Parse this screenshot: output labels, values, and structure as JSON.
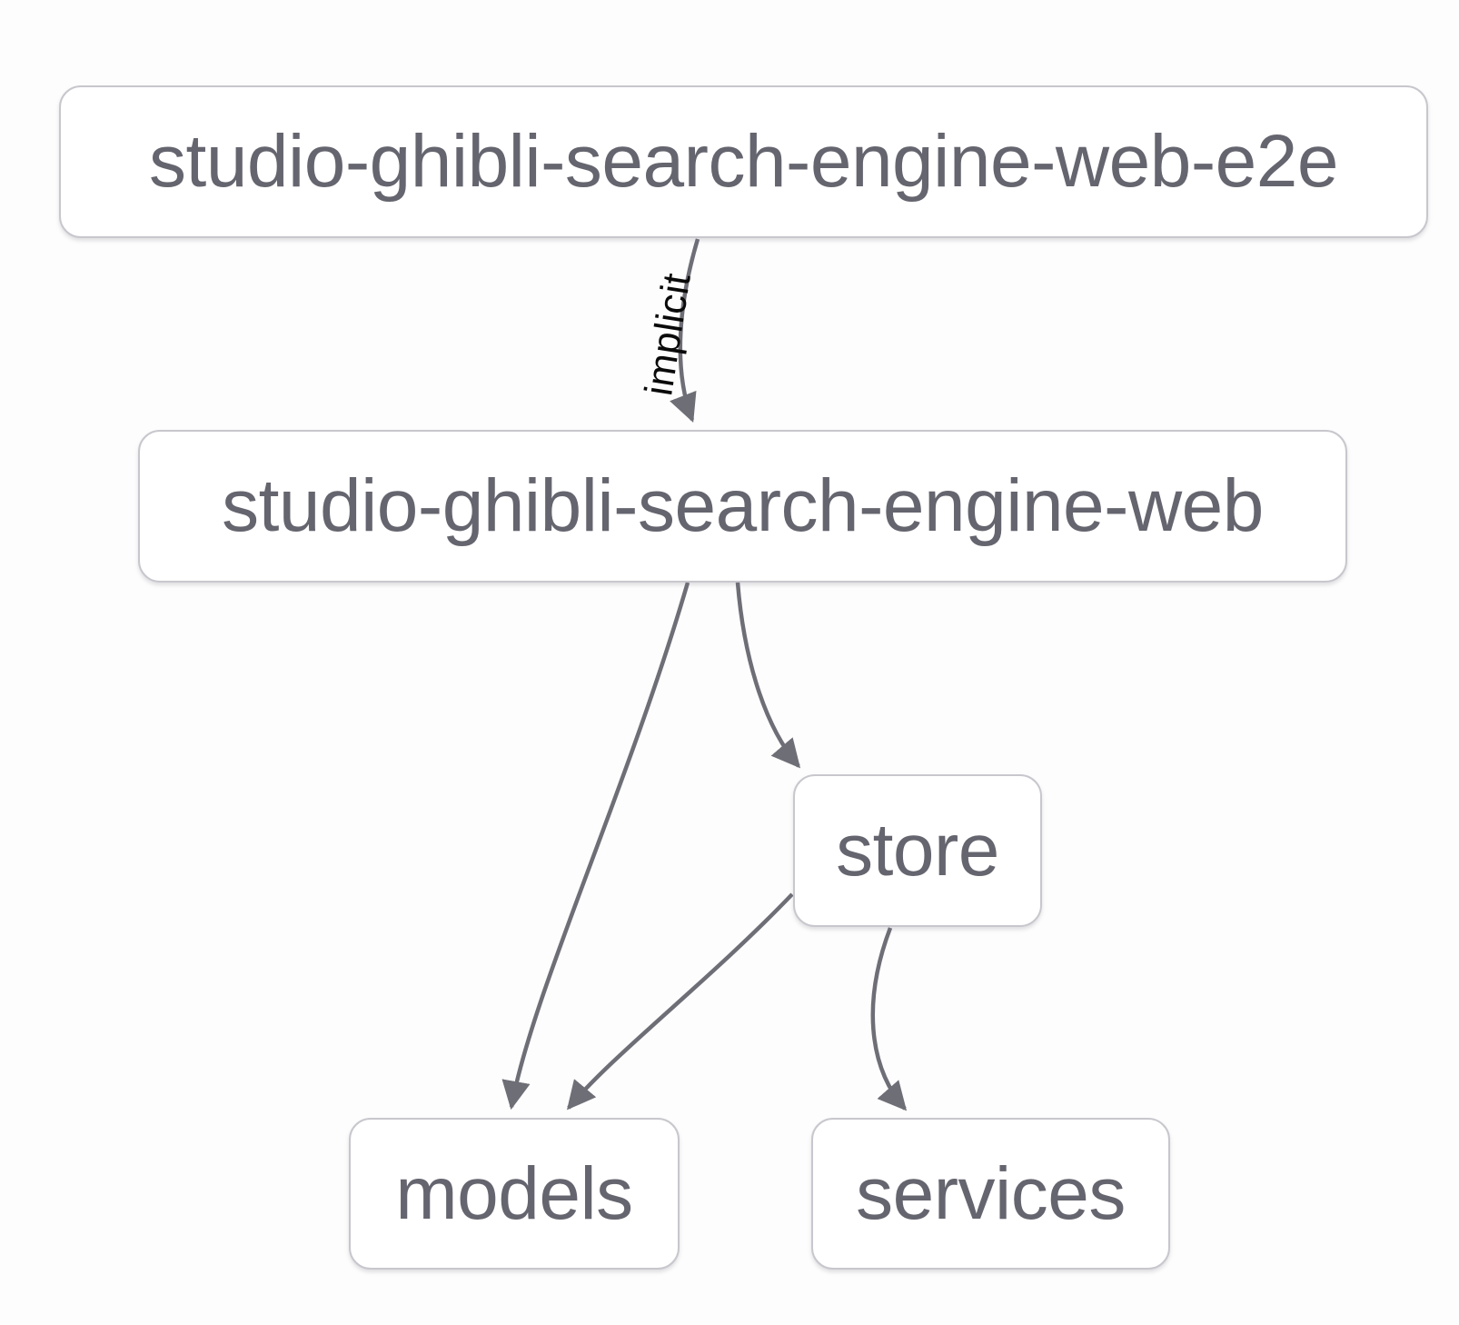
{
  "diagram": {
    "type": "dependency-graph",
    "nodes": [
      {
        "id": "studio-ghibli-search-engine-web-e2e",
        "label": "studio-ghibli-search-engine-web-e2e"
      },
      {
        "id": "studio-ghibli-search-engine-web",
        "label": "studio-ghibli-search-engine-web"
      },
      {
        "id": "store",
        "label": "store"
      },
      {
        "id": "models",
        "label": "models"
      },
      {
        "id": "services",
        "label": "services"
      }
    ],
    "edges": [
      {
        "from": "studio-ghibli-search-engine-web-e2e",
        "to": "studio-ghibli-search-engine-web",
        "label": "implicit"
      },
      {
        "from": "studio-ghibli-search-engine-web",
        "to": "models",
        "label": ""
      },
      {
        "from": "studio-ghibli-search-engine-web",
        "to": "store",
        "label": ""
      },
      {
        "from": "store",
        "to": "models",
        "label": ""
      },
      {
        "from": "store",
        "to": "services",
        "label": ""
      }
    ],
    "colors": {
      "background": "#fdfdfd",
      "node_fill": "#ffffff",
      "node_border": "#c7c7cd",
      "node_text": "#65656f",
      "edge_stroke": "#6e6e77",
      "edge_label_text": "#0a0a0a"
    }
  }
}
